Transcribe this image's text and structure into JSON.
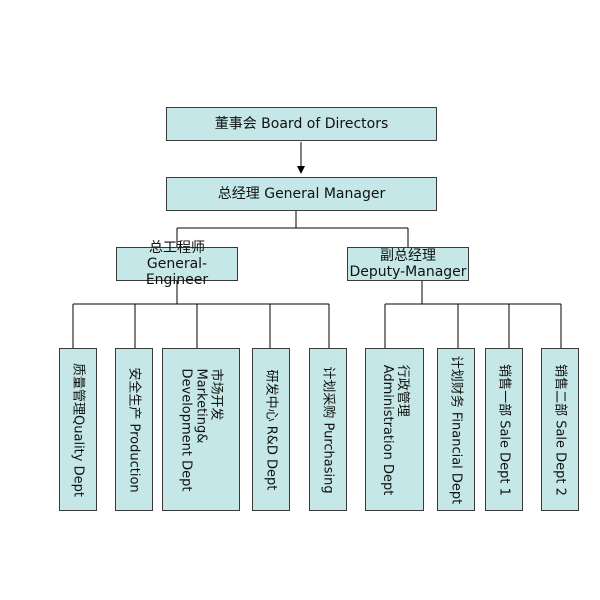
{
  "top": {
    "board": "董事会 Board of Directors",
    "general_manager": "总经理 General Manager"
  },
  "managers": {
    "engineer": {
      "line1": "总工程师",
      "line2": "General-Engineer"
    },
    "deputy": {
      "line1": "副总经理",
      "line2": "Deputy-Manager"
    }
  },
  "departments": [
    {
      "lines": [
        "质量管理Quality Dept"
      ]
    },
    {
      "lines": [
        "安全生产 Production"
      ]
    },
    {
      "lines": [
        "市场开发",
        "Marketing&",
        "Development Dept"
      ]
    },
    {
      "lines": [
        "研发中心 R&D Dept"
      ]
    },
    {
      "lines": [
        "计划采购 Purchasing"
      ]
    },
    {
      "lines": [
        "行政管理",
        "Administration Dept"
      ]
    },
    {
      "lines": [
        "计划财务 Financial Dept"
      ]
    },
    {
      "lines": [
        "销售一部 Sale Dept 1"
      ]
    },
    {
      "lines": [
        "销售二部 Sale Dept 2"
      ]
    }
  ]
}
